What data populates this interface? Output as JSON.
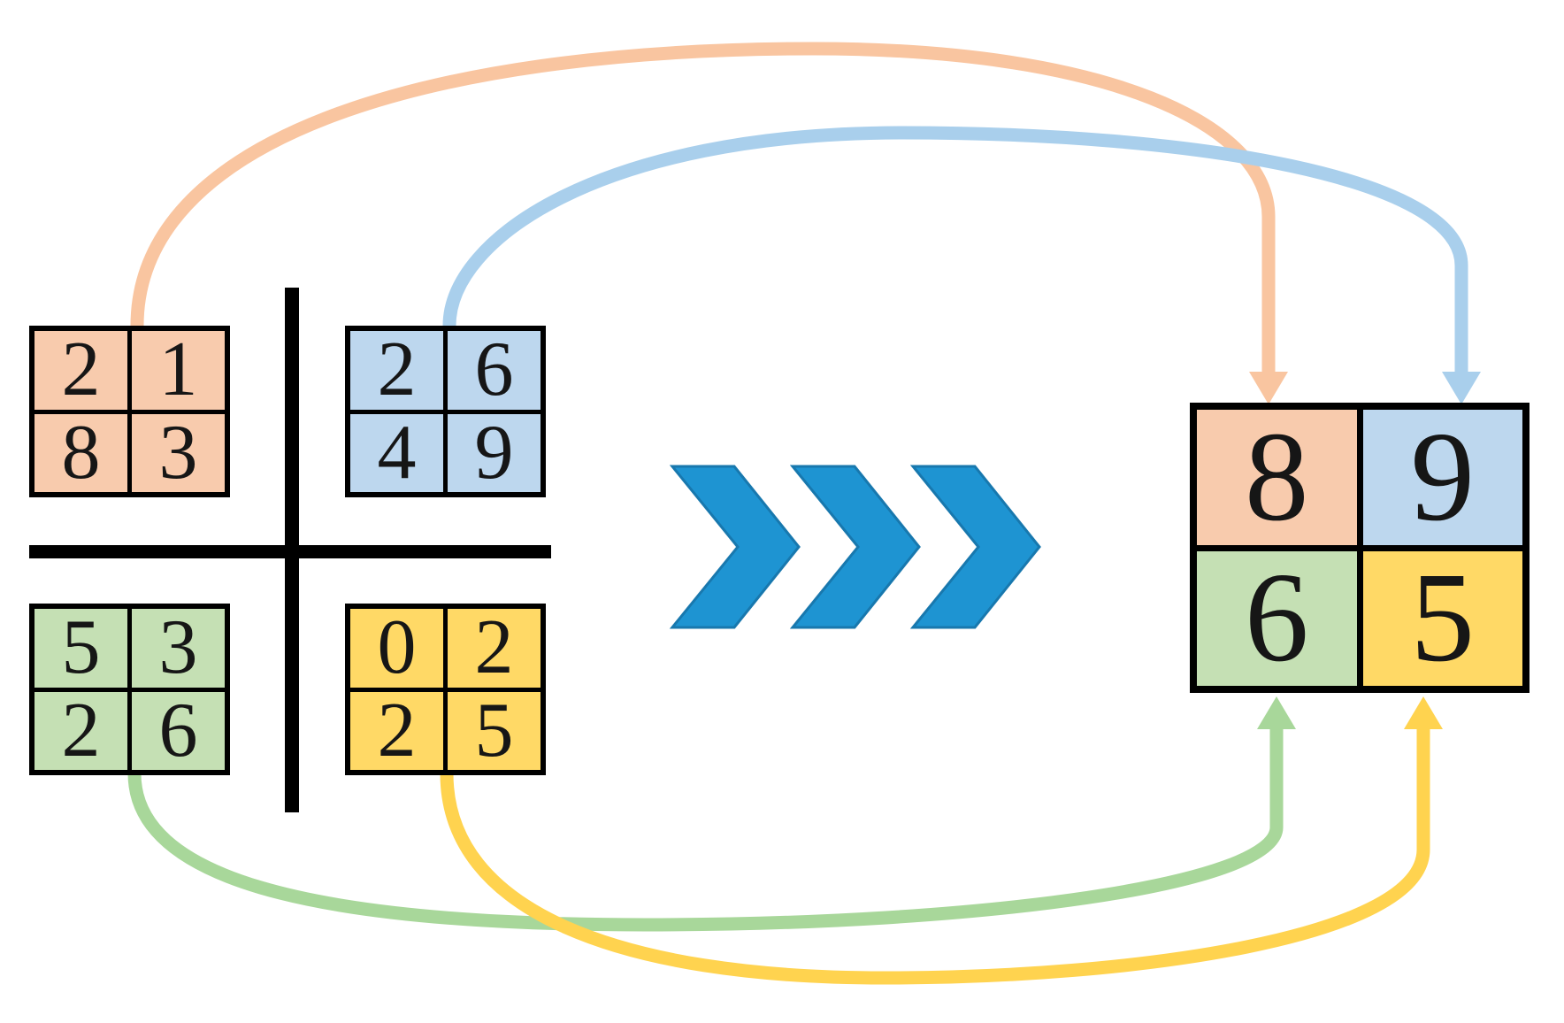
{
  "figure": {
    "kind": "max-pooling-quadrant-diagram",
    "input_matrices": [
      {
        "name": "top-left",
        "fill": "#F8CBAD",
        "arrow_color": "#F9C5A0",
        "values": [
          [
            "2",
            "1"
          ],
          [
            "8",
            "3"
          ]
        ]
      },
      {
        "name": "top-right",
        "fill": "#BDD7EE",
        "arrow_color": "#A9CFEC",
        "values": [
          [
            "2",
            "6"
          ],
          [
            "4",
            "9"
          ]
        ]
      },
      {
        "name": "bottom-left",
        "fill": "#C5E0B4",
        "arrow_color": "#A8D79A",
        "values": [
          [
            "5",
            "3"
          ],
          [
            "2",
            "6"
          ]
        ]
      },
      {
        "name": "bottom-right",
        "fill": "#FFD966",
        "arrow_color": "#FFD34F",
        "values": [
          [
            "0",
            "2"
          ],
          [
            "2",
            "5"
          ]
        ]
      }
    ],
    "output_matrix": {
      "cells": [
        {
          "value": "8",
          "fill": "#F8CBAD"
        },
        {
          "value": "9",
          "fill": "#BDD7EE"
        },
        {
          "value": "6",
          "fill": "#C5E0B4"
        },
        {
          "value": "5",
          "fill": "#FFD966"
        }
      ]
    },
    "divider_color": "#000000",
    "chevrons": {
      "count": 3,
      "fill": "#1E94D2",
      "edge": "#1878AE"
    }
  }
}
